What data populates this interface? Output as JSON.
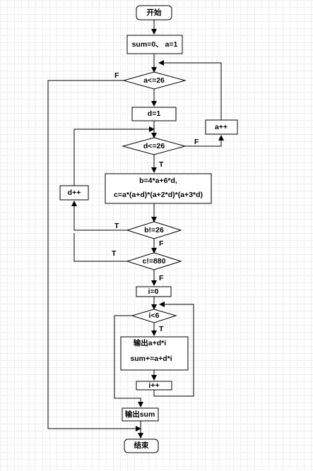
{
  "flowchart": {
    "start": "开始",
    "init": "sum=0、 a=1",
    "cond_a": "a<=26",
    "init_d": "d=1",
    "inc_a": "a++",
    "cond_d": "d<=26",
    "calc_b": "b=4*a+6*d,",
    "calc_c": "c=a*(a+d)*(a+2*d)*(a+3*d)",
    "inc_d": "d++",
    "cond_b": "b!=26",
    "cond_c": "c!=880",
    "init_i": "i=0",
    "cond_i": "i<6",
    "output_term": "输出a+d*i",
    "sum_update": "sum+=a+d*i",
    "inc_i": "i++",
    "output_sum": "输出sum",
    "end": "结束",
    "labels": {
      "true": "T",
      "false": "F"
    }
  }
}
